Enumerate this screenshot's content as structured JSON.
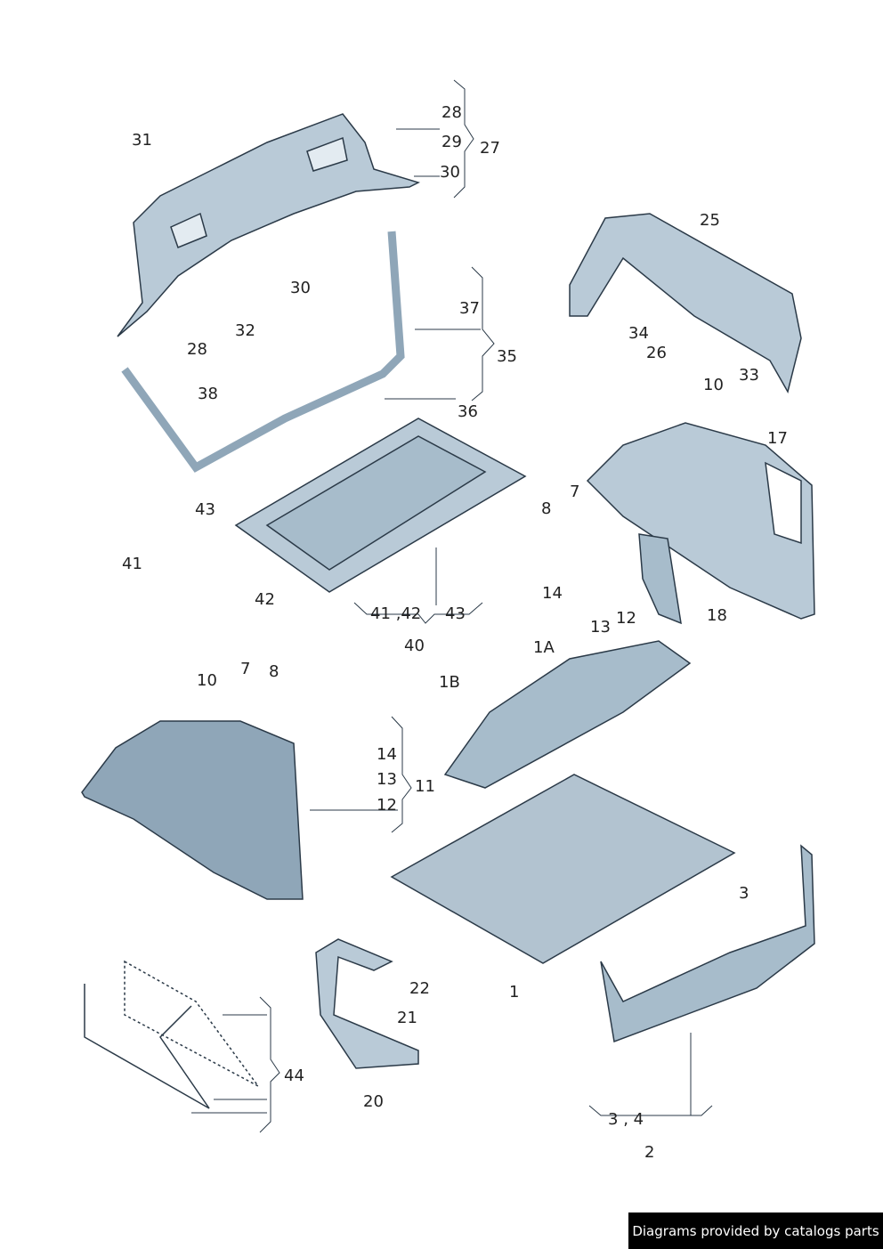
{
  "labels": {
    "l28a": "28",
    "l29": "29",
    "l27": "27",
    "l30a": "30",
    "l31": "31",
    "l30b": "30",
    "l32": "32",
    "l28b": "28",
    "l25": "25",
    "l37": "37",
    "l35": "35",
    "l34": "34",
    "l26": "26",
    "l33": "33",
    "l38": "38",
    "l10a": "10",
    "l36": "36",
    "l17": "17",
    "l7a": "7",
    "l8a": "8",
    "l43a": "43",
    "l41": "41",
    "l14a": "14",
    "l13a": "13",
    "l12a": "12",
    "l18": "18",
    "l42": "42",
    "l4142": "41 ‚42",
    "l43b": "43",
    "l40": "40",
    "l1A": "1A",
    "l1B": "1B",
    "l10b": "10",
    "l7b": "7",
    "l8b": "8",
    "l14b": "14",
    "l13b": "13",
    "l11": "11",
    "l12b": "12",
    "l3": "3",
    "l22": "22",
    "l1": "1",
    "l21": "21",
    "l44": "44",
    "l20": "20",
    "l34b": "3 ‚ 4",
    "l2": "2"
  },
  "colors": {
    "part_fill": "#b9cad7",
    "part_dark": "#8fa6b8",
    "outline": "#2b3a48"
  },
  "banner": {
    "text": "Diagrams provided by catalogs parts"
  }
}
